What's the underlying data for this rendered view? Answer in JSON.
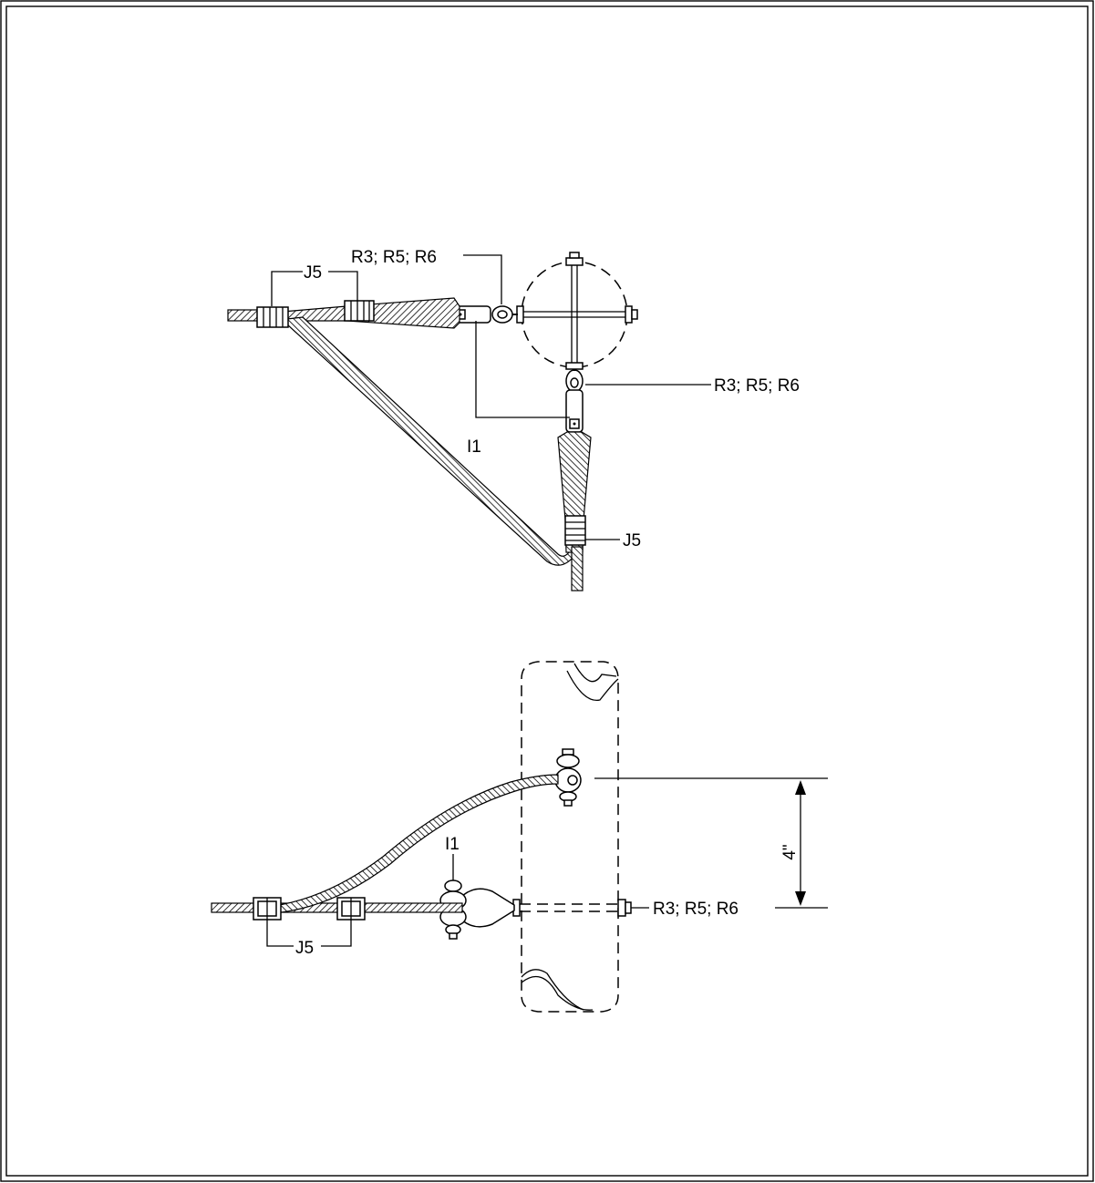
{
  "drawing": {
    "top_view": {
      "label_rod_top": "R3;  R5;  R6",
      "label_rod_right": "R3;  R5;  R6",
      "label_clamp_top": "J5",
      "label_clamp_right": "J5",
      "label_insulator": "I1"
    },
    "side_view": {
      "label_insulator": "I1",
      "label_clamp": "J5",
      "label_rod": "R3;  R5;  R6",
      "dimension": "4\""
    }
  },
  "colors": {
    "line": "#000000",
    "background": "#ffffff"
  }
}
